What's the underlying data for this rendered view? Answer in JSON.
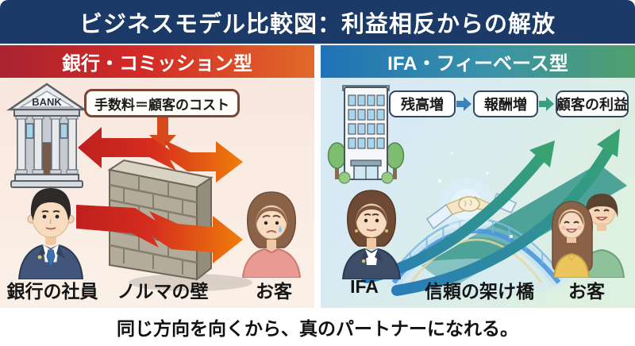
{
  "title": "ビジネスモデル比較図：利益相反からの解放",
  "footer": {
    "text": "同じ方向を向くから、真のパートナーになれる。"
  },
  "left": {
    "header": "銀行・コミッション型",
    "callout": "手数料＝顧客のコスト",
    "bank_sign": "BANK",
    "labels": {
      "employee": "銀行の社員",
      "wall": "ノルマの壁",
      "customer": "お客"
    }
  },
  "right": {
    "header": "IFA・フィーベース型",
    "flow": [
      "残高増",
      "報酬増",
      "顧客の利益"
    ],
    "labels": {
      "advisor": "IFA",
      "bridge": "信頼の架け橋",
      "customer": "お客"
    }
  },
  "colors": {
    "title_bg": "#1c3a67",
    "left_accent": "#d32a27",
    "right_accent": "#2f86b8",
    "left_panel_bg": "#f9e9e1",
    "right_panel_bg": "#d9ecf4",
    "arrow_red": "#d52d1e",
    "arrow_orange": "#ef7e0a",
    "arrow_teal": "#2a7db8",
    "arrow_green": "#34a077"
  }
}
